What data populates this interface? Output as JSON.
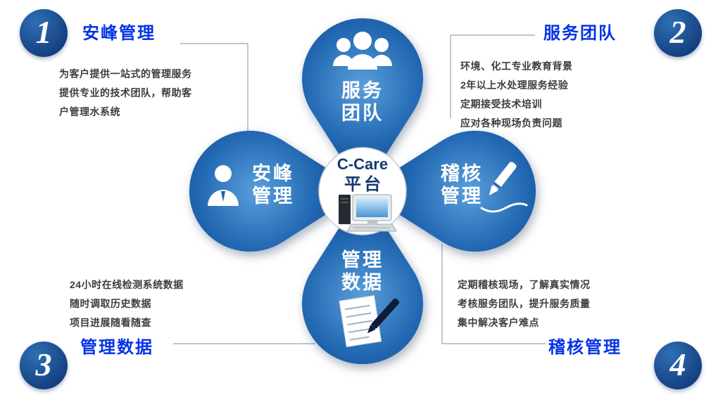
{
  "center": {
    "title_line1": "C-Care",
    "title_line2": "平台",
    "icon": "desktop-computer-icon"
  },
  "petals": {
    "top": {
      "label_line1": "服务",
      "label_line2": "团队",
      "icon": "team-people-icon"
    },
    "left": {
      "label_line1": "安峰",
      "label_line2": "管理",
      "icon": "person-icon"
    },
    "right": {
      "label_line1": "稽核",
      "label_line2": "管理",
      "icon": "pen-icon"
    },
    "bottom": {
      "label_line1": "管理",
      "label_line2": "数据",
      "icon": "document-pen-icon"
    }
  },
  "corners": {
    "top_left": {
      "number": "1",
      "title": "安峰管理",
      "lines": [
        "为客户提供一站式的管理服务",
        "提供专业的技术团队，帮助客",
        "户管理水系统"
      ]
    },
    "top_right": {
      "number": "2",
      "title": "服务团队",
      "lines": [
        "环境、化工专业教育背景",
        "2年以上水处理服务经验",
        "定期接受技术培训",
        "应对各种现场负责问题"
      ]
    },
    "bottom_left": {
      "number": "3",
      "title": "管理数据",
      "lines": [
        "24小时在线检测系统数据",
        "随时调取历史数据",
        "项目进展随看随查"
      ]
    },
    "bottom_right": {
      "number": "4",
      "title": "稽核管理",
      "lines": [
        "定期稽核现场，了解真实情况",
        "考核服务团队，提升服务质量",
        "集中解决客户难点"
      ]
    }
  },
  "colors": {
    "petal_blue_dark": "#0b3a78",
    "petal_blue_light": "#5a9fdb",
    "accent_blue": "#0533e6",
    "number_circle_blue": "#133f80",
    "body_text": "#3d3d3d"
  }
}
